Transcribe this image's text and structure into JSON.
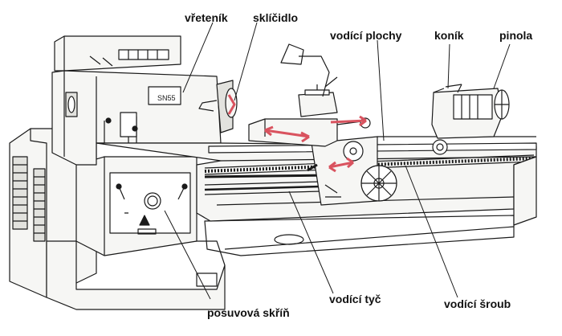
{
  "labels": {
    "headstock": "vřeteník",
    "chuck": "sklíčidlo",
    "guideways": "vodící plochy",
    "tailstock": "koník",
    "quill": "pinola",
    "feedbox": "posuvová skříň",
    "feedrod": "vodící tyč",
    "leadscrew": "vodící šroub"
  },
  "plates": {
    "model": "SN55"
  },
  "colors": {
    "line": "#1a1a1a",
    "arrow": "#d9535f",
    "body": "#f6f6f4",
    "shade": "#e2e2de",
    "ground": "#ffffff"
  }
}
